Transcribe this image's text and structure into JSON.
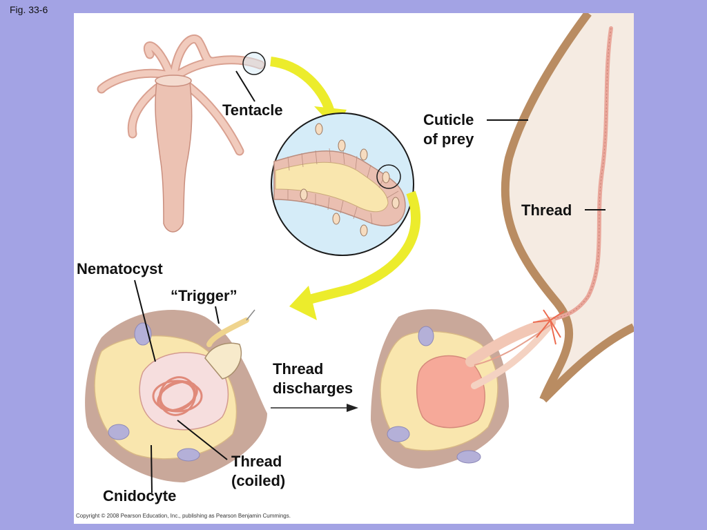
{
  "figure": {
    "fig_label": "Fig. 33-6",
    "copyright": "Copyright © 2008 Pearson Education, Inc., publishing as Pearson Benjamin Cummings."
  },
  "labels": {
    "tentacle": "Tentacle",
    "cuticle_line1": "Cuticle",
    "cuticle_line2": "of prey",
    "thread_top": "Thread",
    "nematocyst": "Nematocyst",
    "trigger": "“Trigger”",
    "discharges_line1": "Thread",
    "discharges_line2": "discharges",
    "coiled_line1": "Thread",
    "coiled_line2": "(coiled)",
    "cnidocyte": "Cnidocyte"
  },
  "colors": {
    "background": "#a3a3e4",
    "arrow_yellow": "#ecec2c",
    "hydra_body": "#e8b8a8",
    "cell_yellow": "#f9e6ae",
    "cuticle_brown": "#b98c62",
    "capsule_pink": "#f6a999",
    "tissue_brown": "#c9a89a",
    "nucleus_lavender": "#b4b0d8",
    "magnifier_blue": "#d5ecf8"
  }
}
